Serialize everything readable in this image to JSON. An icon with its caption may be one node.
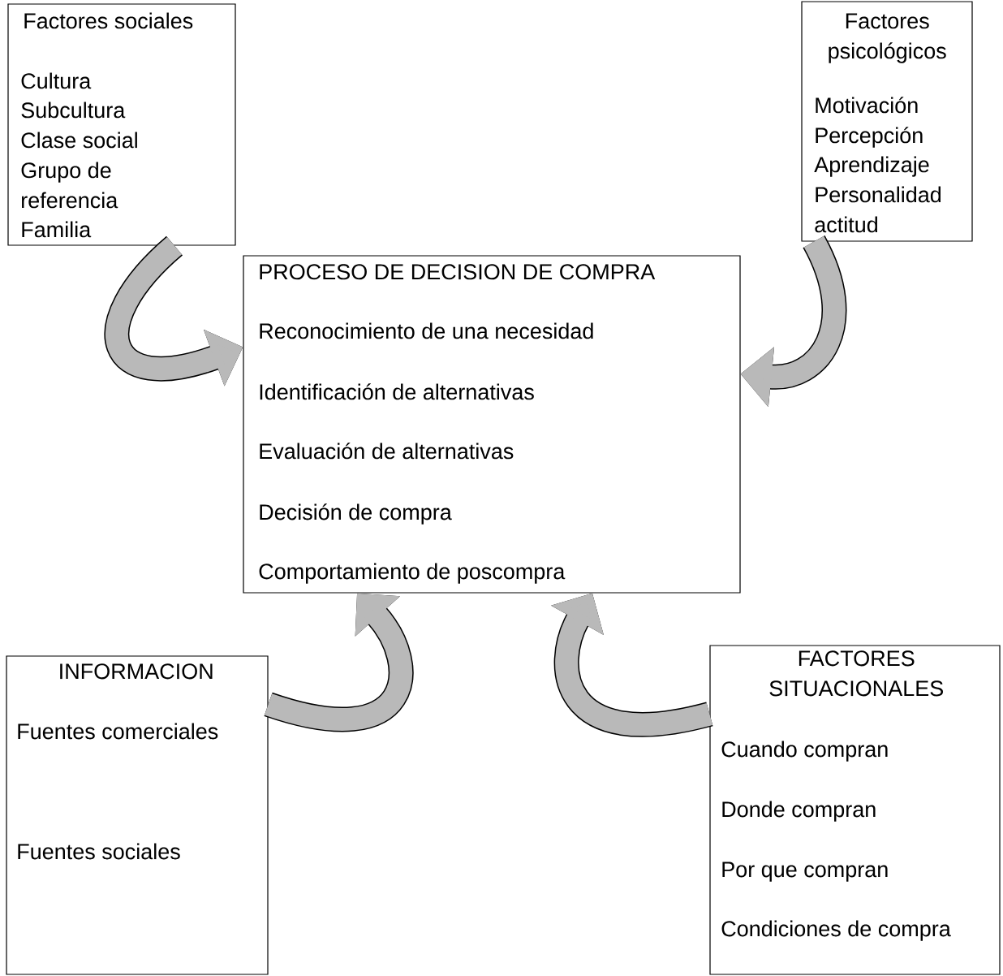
{
  "diagram": {
    "nodes": [
      {
        "text": [
          "Factores sociales",
          "Cultura",
          "Subcultura",
          "Clase social",
          "Grupo de referencia",
          "Familia"
        ]
      },
      {
        "text": [
          "Factores psicológicos",
          "Motivación",
          "Percepción",
          "Aprendizaje",
          "Personalidad",
          "actitud"
        ]
      },
      {
        "text": [
          "PROCESO DE DECISION DE COMPRA",
          "Reconocimiento de una necesidad",
          "Identificación de alternativas",
          "Evaluación de alternativas",
          "Decisión de compra",
          "Comportamiento de poscompra"
        ]
      },
      {
        "text": [
          "INFORMACION",
          "Fuentes comerciales",
          "Fuentes sociales"
        ]
      },
      {
        "text": [
          "FACTORES SITUACIONALES",
          "Cuando compran",
          "Donde compran",
          "Por que compran",
          "Condiciones de compra"
        ]
      }
    ],
    "edges": [
      {
        "from": 0,
        "to": 2,
        "arrow": "to"
      },
      {
        "from": 1,
        "to": 2,
        "arrow": "to"
      },
      {
        "from": 3,
        "to": 2,
        "arrow": "to"
      },
      {
        "from": 4,
        "to": 2,
        "arrow": "to"
      }
    ]
  }
}
